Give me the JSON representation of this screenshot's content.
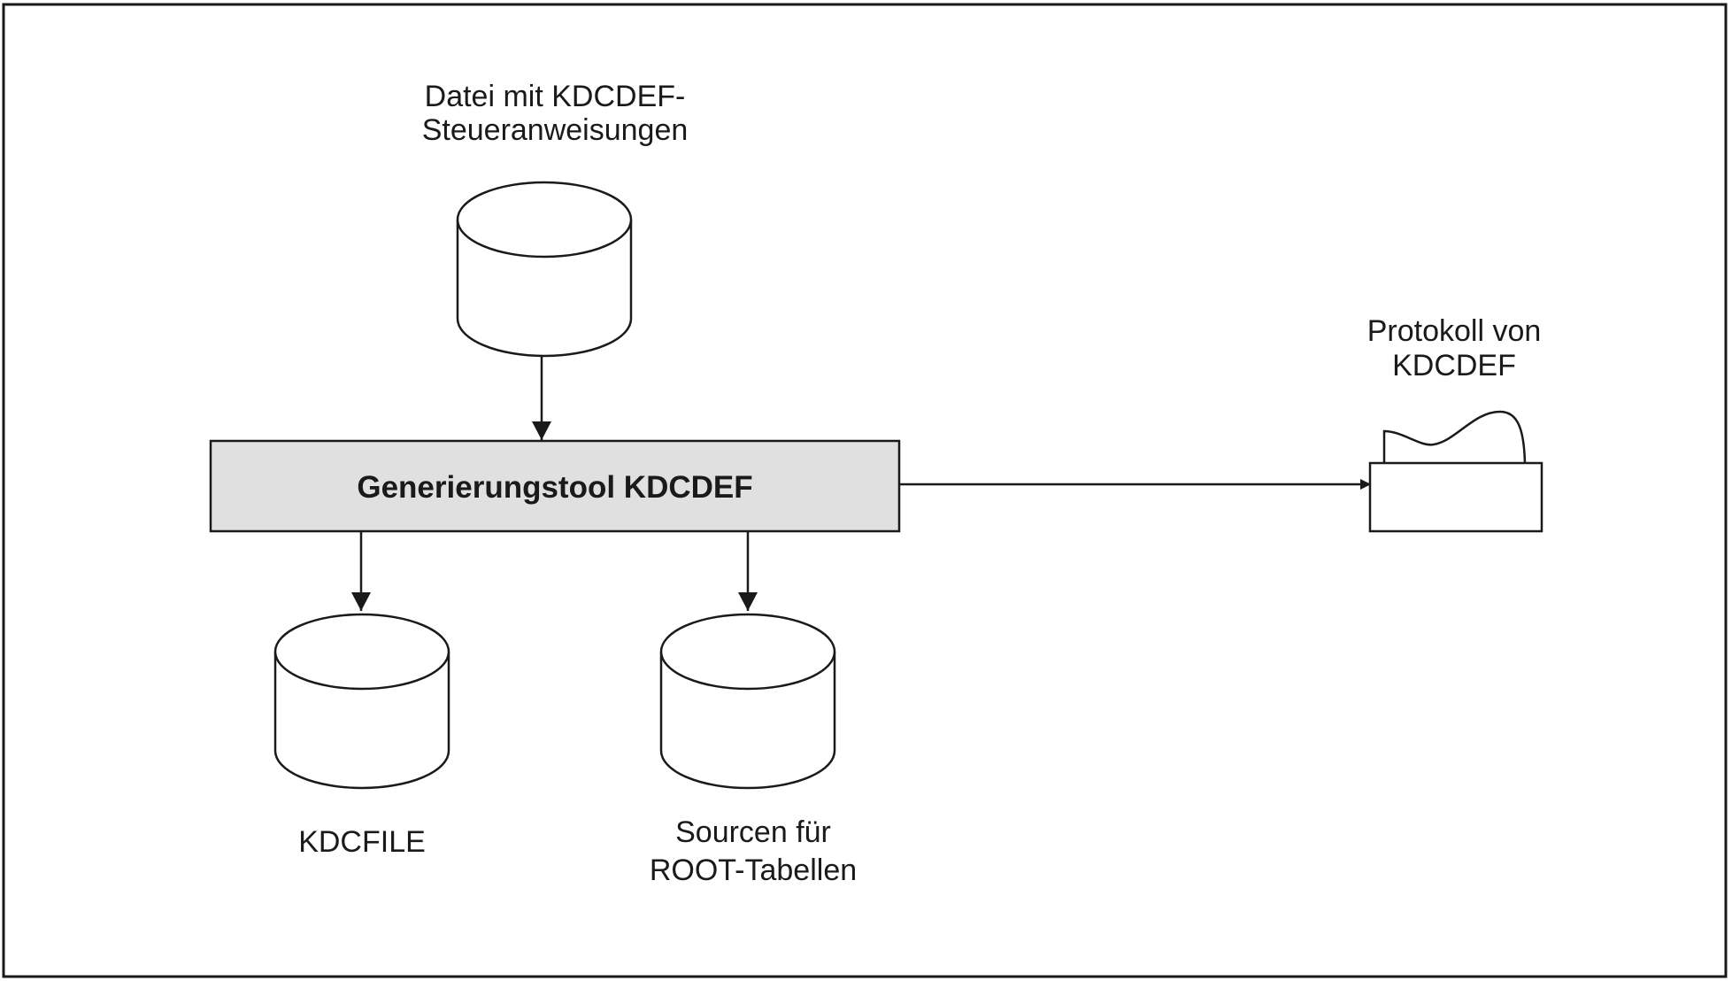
{
  "diagram": {
    "input_file_label": [
      "Datei mit KDCDEF-",
      "Steueranweisungen"
    ],
    "tool_label": "Generierungstool KDCDEF",
    "protocol_label": [
      "Protokoll von",
      "KDCDEF"
    ],
    "kdcfile_label": "KDCFILE",
    "sources_label": [
      "Sourcen für",
      "ROOT-Tabellen"
    ],
    "colors": {
      "tool_box_fill": "#e0e0e0",
      "stroke": "#1a1a1a",
      "text": "#1a1a1a",
      "background": "#ffffff"
    },
    "icons": {
      "input_file": "database-cylinder-icon",
      "kdcfile": "database-cylinder-icon",
      "sources": "database-cylinder-icon",
      "protocol": "printout-document-icon"
    }
  }
}
